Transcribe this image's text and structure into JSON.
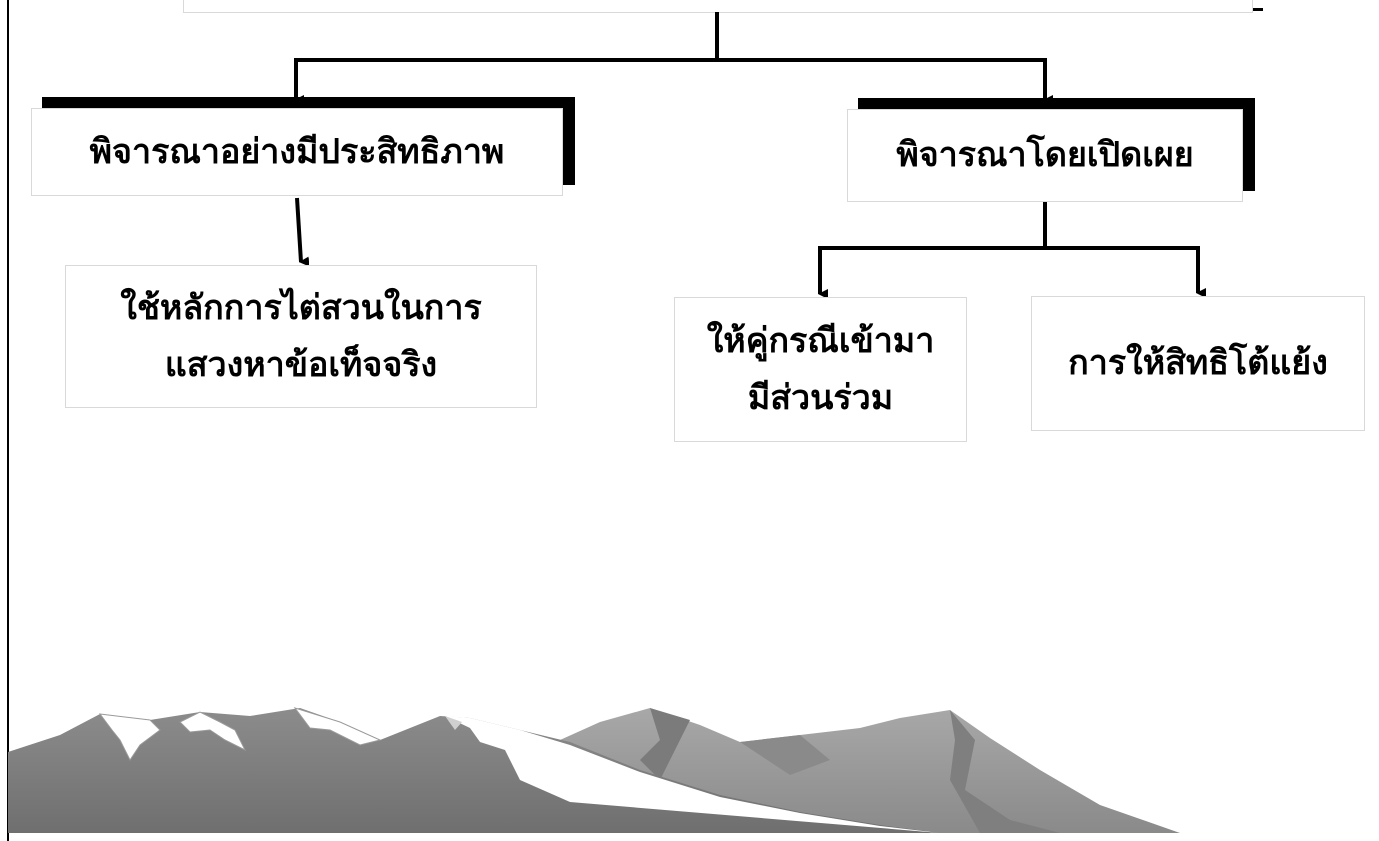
{
  "diagram": {
    "boxes": {
      "effective": "พิจารณาอย่างมีประสิทธิภาพ",
      "open": "พิจารณาโดยเปิดเผย",
      "inquisitorial": "ใช้หลักการไต่สวนในการ\nแสวงหาข้อเท็จจริง",
      "participation": "ให้คู่กรณีเข้ามา\nมีส่วนร่วม",
      "right_to_argue": "การให้สิทธิโต้แย้ง"
    },
    "colors": {
      "line": "#000000",
      "box_border": "#d9d9d9",
      "mountain_dark": "#7a7a7a",
      "mountain_mid": "#9a9a9a",
      "snow": "#ffffff"
    }
  }
}
